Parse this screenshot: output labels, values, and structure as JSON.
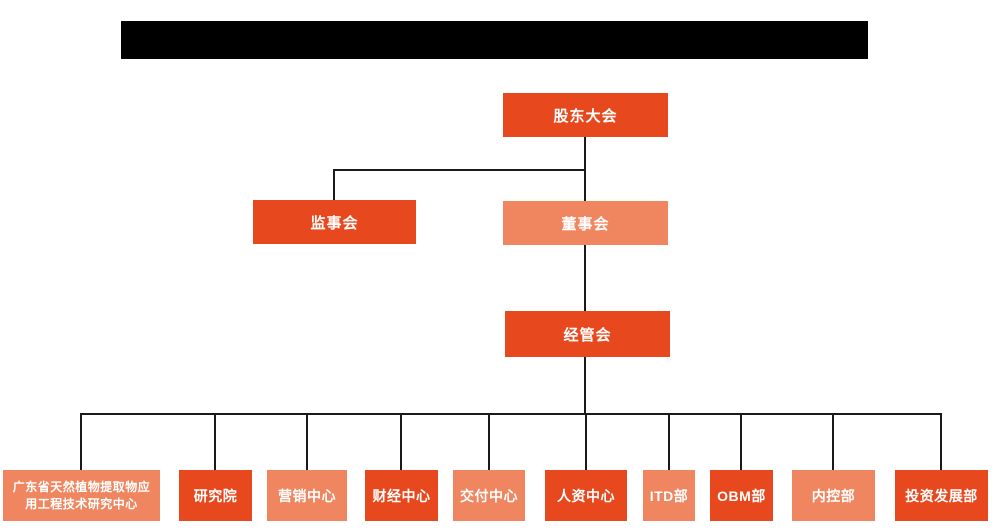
{
  "colors": {
    "box_primary": "#E8481D",
    "box_secondary": "#EF8660",
    "connector": "#1a1a1a",
    "title_bar": "#000000",
    "text": "#ffffff"
  },
  "header": {
    "redacted_bar": true
  },
  "org_chart": {
    "type": "organization-hierarchy",
    "nodes": {
      "shareholders_meeting": {
        "label": "股东大会",
        "variant": "primary"
      },
      "supervisory_board": {
        "label": "监事会",
        "variant": "primary"
      },
      "board_of_directors": {
        "label": "董事会",
        "variant": "secondary"
      },
      "management_committee": {
        "label": "经管会",
        "variant": "primary"
      },
      "departments": [
        {
          "label": "广东省天然植物提取物应用工程技术研究中心",
          "variant": "secondary"
        },
        {
          "label": "研究院",
          "variant": "primary"
        },
        {
          "label": "营销中心",
          "variant": "secondary"
        },
        {
          "label": "财经中心",
          "variant": "primary"
        },
        {
          "label": "交付中心",
          "variant": "secondary"
        },
        {
          "label": "人资中心",
          "variant": "primary"
        },
        {
          "label": "ITD部",
          "variant": "secondary"
        },
        {
          "label": "OBM部",
          "variant": "primary"
        },
        {
          "label": "内控部",
          "variant": "secondary"
        },
        {
          "label": "投资发展部",
          "variant": "primary"
        }
      ]
    },
    "edges": [
      "股东大会 -> 监事会",
      "股东大会 -> 董事会",
      "董事会 -> 经管会",
      "经管会 -> 广东省天然植物提取物应用工程技术研究中心",
      "经管会 -> 研究院",
      "经管会 -> 营销中心",
      "经管会 -> 财经中心",
      "经管会 -> 交付中心",
      "经管会 -> 人资中心",
      "经管会 -> ITD部",
      "经管会 -> OBM部",
      "经管会 -> 内控部",
      "经管会 -> 投资发展部"
    ]
  }
}
